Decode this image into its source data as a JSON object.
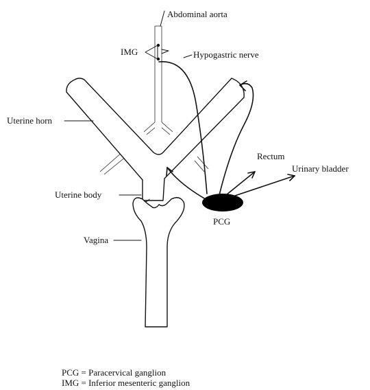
{
  "labels": {
    "abdominal_aorta": "Abdominal aorta",
    "img": "IMG",
    "hypogastric_nerve": "Hypogastric nerve",
    "uterine_horn": "Uterine horn",
    "rectum": "Rectum",
    "urinary_bladder": "Urinary bladder",
    "uterine_body": "Uterine body",
    "pcg": "PCG",
    "vagina": "Vagina"
  },
  "legend": {
    "pcg": "PCG = Paracervical ganglion",
    "img": "IMG = Inferior mesenteric ganglion"
  },
  "colors": {
    "ink": "#111111",
    "vessel": "#555555",
    "ganglion": "#000000"
  }
}
